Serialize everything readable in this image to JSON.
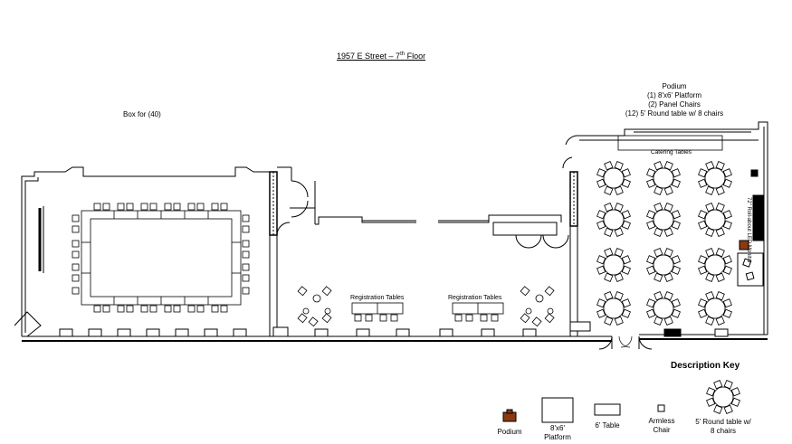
{
  "title": {
    "main": "1957 E Street – 7",
    "sup": "th",
    "tail": " Floor"
  },
  "labels": {
    "box": "Box for (40)",
    "podium_info": [
      "Podium",
      "(1) 8'x6' Platform",
      "(2) Panel Chairs",
      "(12) 5' Round table w/ 8 chairs"
    ],
    "catering": "Catering Tables",
    "registration_left": "Registration Tables",
    "registration_right": "Registration Tables",
    "monitor": "72\" Roll-about LED Monitor"
  },
  "key": {
    "title": "Description Key",
    "items": [
      {
        "label": "Podium",
        "icon": "podium-icon"
      },
      {
        "label": "8'x6' Platform",
        "icon": "platform-icon"
      },
      {
        "label": "6' Table",
        "icon": "table-icon"
      },
      {
        "label": "Armless Chair",
        "icon": "chair-icon"
      },
      {
        "label": "5' Round table w/ 8 chairs",
        "icon": "round-table-icon"
      }
    ]
  },
  "colors": {
    "podium": "#8b3a0e",
    "lines": "#000000",
    "background": "#ffffff"
  }
}
